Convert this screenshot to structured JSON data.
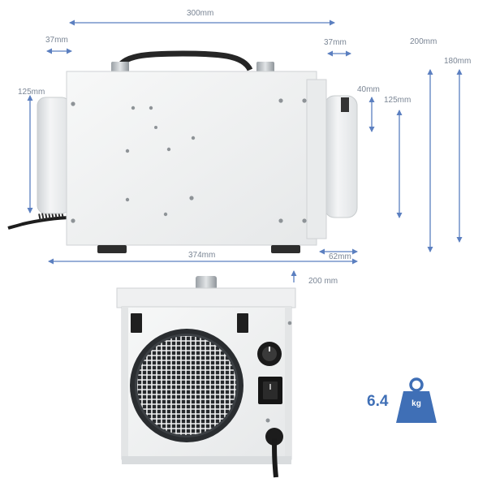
{
  "dimensions": {
    "top_length": "300mm",
    "left_extension": "37mm",
    "right_extension": "37mm",
    "outer_height": "200mm",
    "body_height": "180mm",
    "left_duct": "125mm",
    "right_knob_offset": "40mm",
    "right_duct": "125mm",
    "overall_length": "374mm",
    "foot_offset": "62mm",
    "rear_width": "200  mm"
  },
  "weight": {
    "value": "6.4",
    "unit": "kg",
    "icon": "weight-kg-icon"
  },
  "colors": {
    "accent": "#3f6fb6",
    "dimension_line": "#5b7fc0",
    "label": "#7a8594",
    "housing": "#f1f2f2"
  }
}
